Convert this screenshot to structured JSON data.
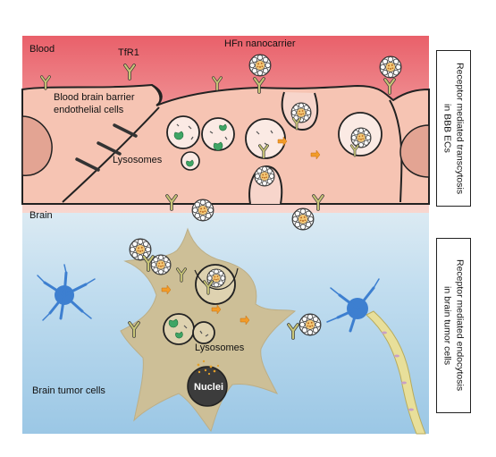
{
  "labels": {
    "blood": "Blood",
    "tfr1": "TfR1",
    "hfn": "HFn nanocarrier",
    "bbb_line1": "Blood brain barrier",
    "bbb_line2": "endothelial cells",
    "lysosomes_top": "Lysosomes",
    "brain": "Brain",
    "lysosomes_bottom": "Lysosomes",
    "nuclei": "Nuclei",
    "brain_tumor": "Brain tumor cells"
  },
  "side_labels": {
    "transcytosis": "Receptor mediated transcytosis\nin BBB ECs",
    "endocytosis": "Receptor mediated endocytosis\nin brain tumor cells"
  },
  "colors": {
    "blood_top": "#e9606a",
    "blood_bottom": "#f7cfc9",
    "endothelium": "#f6c6b6",
    "endo_nucleus": "#e7a896",
    "brain_top": "#cfe4f1",
    "brain_bottom": "#9cc8e6",
    "tumor_cell": "#cdbf96",
    "receptor": "#b9b86a",
    "lysosome_green": "#3fa565",
    "arrow": "#f29b28",
    "astrocyte": "#3d7fd0",
    "axon": "#e8df9a"
  },
  "icons": [
    "tfr1-receptor-icon",
    "hfn-nanocarrier-icon",
    "orange-arrow-icon",
    "astrocyte-icon",
    "neuron-icon"
  ]
}
